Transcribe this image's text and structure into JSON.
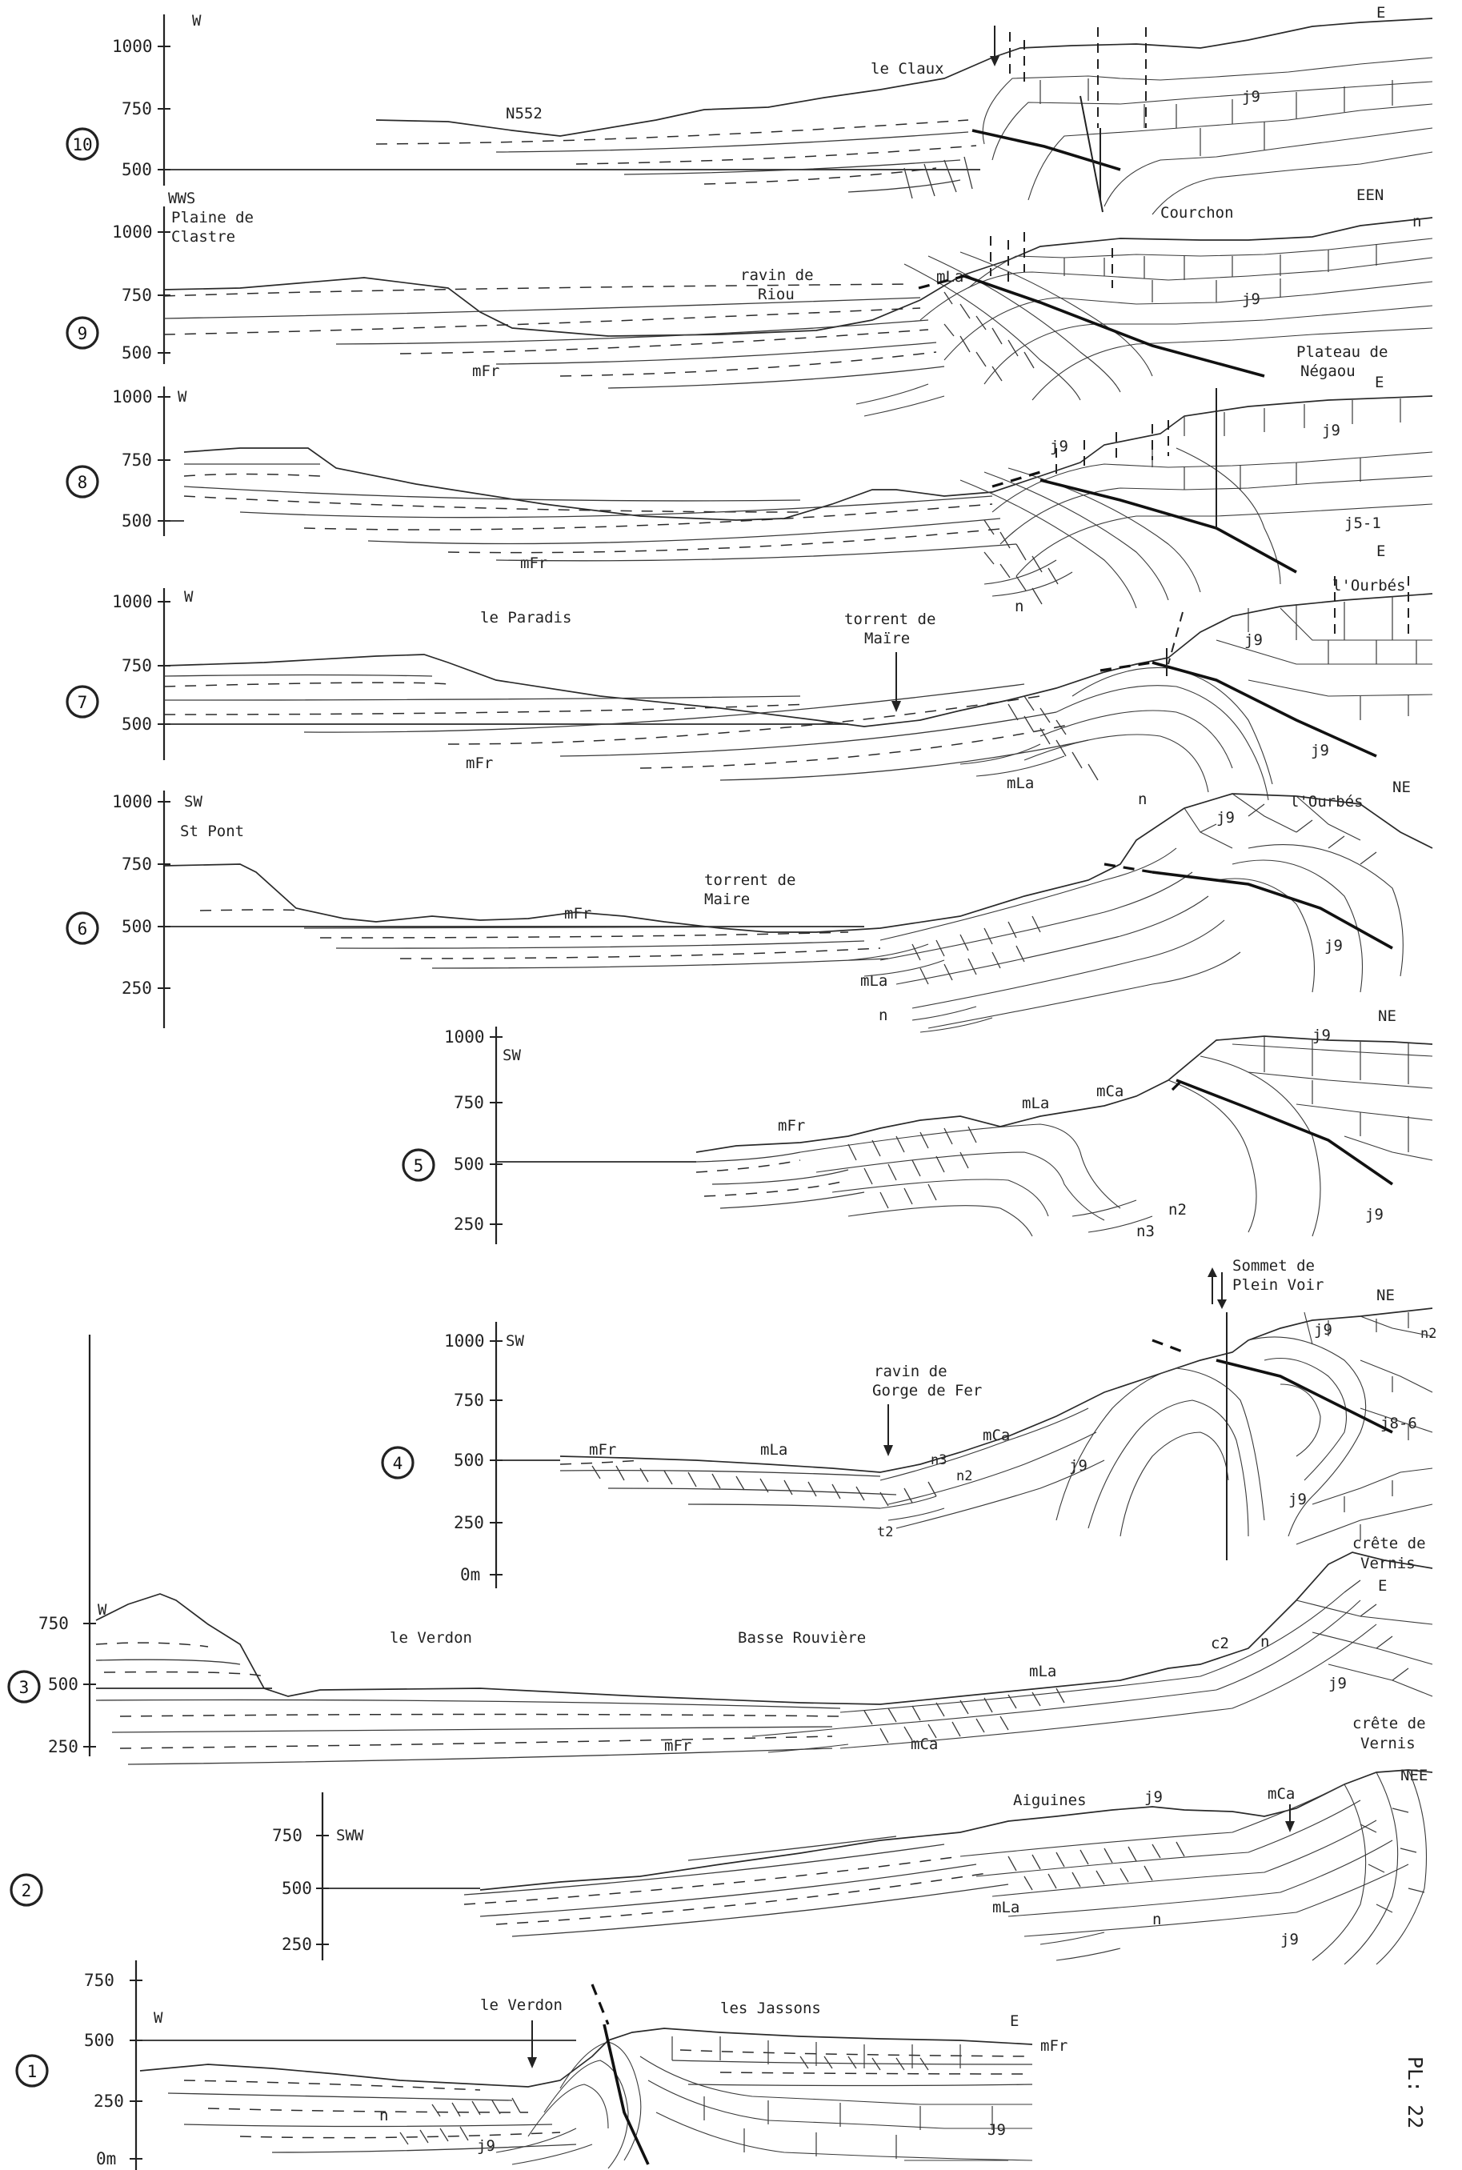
{
  "plate_label": "PL: 22",
  "sections": [
    {
      "number": "10",
      "scale": [
        "1000",
        "750",
        "500"
      ],
      "left_orientation": "W",
      "right_orientation": "E",
      "places": [
        "le Claux",
        "N552",
        "Courchon"
      ],
      "formations": [
        "j9"
      ]
    },
    {
      "number": "9",
      "scale": [
        "1000",
        "750",
        "500"
      ],
      "left_orientation": "WWS",
      "right_orientation": "EEN",
      "places": [
        "Plaine de",
        "Clastre",
        "ravin de",
        "Riou",
        "Plateau de",
        "Négaou"
      ],
      "formations": [
        "mLa",
        "j9",
        "n",
        "mFr"
      ]
    },
    {
      "number": "8",
      "scale": [
        "1000",
        "750",
        "500"
      ],
      "left_orientation": "W",
      "right_orientation": "E",
      "places": [],
      "formations": [
        "j9",
        "j9",
        "j5-1",
        "mFr",
        "n"
      ]
    },
    {
      "number": "7",
      "scale": [
        "1000",
        "750",
        "500"
      ],
      "left_orientation": "W",
      "right_orientation": "E",
      "places": [
        "le Paradis",
        "torrent de",
        "Maïre",
        "l'Ourbés"
      ],
      "formations": [
        "j9",
        "mFr",
        "mLa",
        "n",
        "j9"
      ]
    },
    {
      "number": "6",
      "scale": [
        "1000",
        "750",
        "500",
        "250"
      ],
      "left_orientation": "SW",
      "right_orientation": "NE",
      "places": [
        "St Pont",
        "torrent de",
        "Maire",
        "l'Ourbés"
      ],
      "formations": [
        "mFr",
        "j9",
        "j9",
        "mLa",
        "n"
      ]
    },
    {
      "number": "5",
      "scale": [
        "1000",
        "750",
        "500",
        "250"
      ],
      "left_orientation": "SW",
      "right_orientation": "NE",
      "places": [],
      "formations": [
        "mFr",
        "mLa",
        "mCa",
        "j9",
        "j9",
        "n3",
        "n2"
      ]
    },
    {
      "number": "4",
      "scale": [
        "1000",
        "750",
        "500",
        "250",
        "0m"
      ],
      "left_orientation": "SW",
      "right_orientation": "NE",
      "places": [
        "Sommet de",
        "Plein Voir",
        "ravin de",
        "Gorge de Fer"
      ],
      "formations": [
        "j9",
        "n2",
        "j8-6",
        "mFr",
        "mLa",
        "mCa",
        "n3",
        "n2",
        "j9",
        "j9",
        "t2"
      ]
    },
    {
      "number": "3",
      "scale": [
        "750",
        "500",
        "250"
      ],
      "left_orientation": "W",
      "right_orientation": "E",
      "places": [
        "crête de",
        "Vernis",
        "le Verdon",
        "Basse Rouvière"
      ],
      "formations": [
        "c2",
        "n",
        "mLa",
        "j9",
        "mFr",
        "mCa"
      ]
    },
    {
      "number": "2",
      "scale": [
        "750",
        "500",
        "250"
      ],
      "left_orientation": "SWW",
      "right_orientation": "NEE",
      "places": [
        "crête de",
        "Vernis",
        "Aiguines"
      ],
      "formations": [
        "j9",
        "mCa",
        "mLa",
        "n",
        "j9"
      ]
    },
    {
      "number": "1",
      "scale": [
        "750",
        "500",
        "250",
        "0m"
      ],
      "left_orientation": "W",
      "right_orientation": "E",
      "places": [
        "le Verdon",
        "les Jassons"
      ],
      "formations": [
        "mFr",
        "n",
        "j9",
        "J9"
      ]
    }
  ]
}
